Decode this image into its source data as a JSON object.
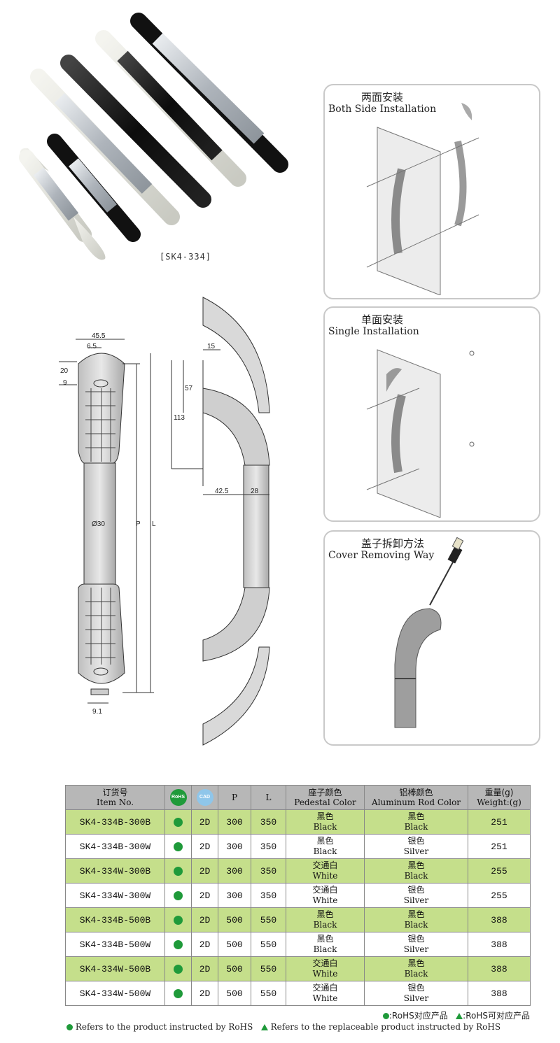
{
  "product_caption": "[SK4-334]",
  "panels": {
    "both_side": {
      "cn": "两面安装",
      "en": "Both Side Installation"
    },
    "single": {
      "cn": "单面安装",
      "en": "Single Installation"
    },
    "cover": {
      "cn": "盖子拆卸方法",
      "en": "Cover Removing Way"
    }
  },
  "front_view_dims": {
    "width": "45.5",
    "top_gap": "6.5",
    "top_h": "20",
    "top_h2": "9",
    "diameter": "Ø30",
    "p": "P",
    "l": "L",
    "bottom": "9.1"
  },
  "side_view_dims": {
    "d15": "15",
    "d57": "57",
    "d113": "113",
    "d42_5": "42.5",
    "d28": "28"
  },
  "table": {
    "headers": {
      "item_cn": "订货号",
      "item_en": "Item No.",
      "rohs": "RoHS",
      "cad": "CAD",
      "p": "P",
      "l": "L",
      "pedestal_cn": "座子颜色",
      "pedestal_en": "Pedestal Color",
      "rod_cn": "铝棒颜色",
      "rod_en": "Aluminum Rod Color",
      "weight_cn": "重量(g)",
      "weight_en": "Weight:(g)"
    },
    "rows": [
      {
        "item": "SK4-334B-300B",
        "cad": "2D",
        "p": "300",
        "l": "350",
        "ped_cn": "黑色",
        "ped_en": "Black",
        "rod_cn": "黑色",
        "rod_en": "Black",
        "weight": "251"
      },
      {
        "item": "SK4-334B-300W",
        "cad": "2D",
        "p": "300",
        "l": "350",
        "ped_cn": "黑色",
        "ped_en": "Black",
        "rod_cn": "银色",
        "rod_en": "Silver",
        "weight": "251"
      },
      {
        "item": "SK4-334W-300B",
        "cad": "2D",
        "p": "300",
        "l": "350",
        "ped_cn": "交通白",
        "ped_en": "White",
        "rod_cn": "黑色",
        "rod_en": "Black",
        "weight": "255"
      },
      {
        "item": "SK4-334W-300W",
        "cad": "2D",
        "p": "300",
        "l": "350",
        "ped_cn": "交通白",
        "ped_en": "White",
        "rod_cn": "银色",
        "rod_en": "Silver",
        "weight": "255"
      },
      {
        "item": "SK4-334B-500B",
        "cad": "2D",
        "p": "500",
        "l": "550",
        "ped_cn": "黑色",
        "ped_en": "Black",
        "rod_cn": "黑色",
        "rod_en": "Black",
        "weight": "388"
      },
      {
        "item": "SK4-334B-500W",
        "cad": "2D",
        "p": "500",
        "l": "550",
        "ped_cn": "黑色",
        "ped_en": "Black",
        "rod_cn": "银色",
        "rod_en": "Silver",
        "weight": "388"
      },
      {
        "item": "SK4-334W-500B",
        "cad": "2D",
        "p": "500",
        "l": "550",
        "ped_cn": "交通白",
        "ped_en": "White",
        "rod_cn": "黑色",
        "rod_en": "Black",
        "weight": "388"
      },
      {
        "item": "SK4-334W-500W",
        "cad": "2D",
        "p": "500",
        "l": "550",
        "ped_cn": "交通白",
        "ped_en": "White",
        "rod_cn": "银色",
        "rod_en": "Silver",
        "weight": "388"
      }
    ]
  },
  "legend": {
    "line1_a": ":RoHS对应产品",
    "line1_b": ":RoHS可对应产品",
    "line2_a": "Refers to the product instructed by RoHS",
    "line2_b": "Refers to the replaceable product instructed by RoHS"
  },
  "colors": {
    "row_highlight": "#c5df8b",
    "header_bg": "#b7b7b7",
    "rohs_green": "#1f9a3a",
    "cad_blue": "#8fc6ea"
  }
}
